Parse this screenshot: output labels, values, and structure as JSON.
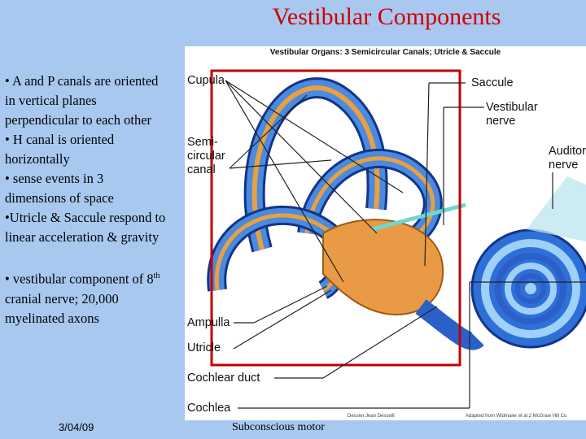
{
  "slide": {
    "title": "Vestibular Components",
    "date": "3/04/09",
    "footer": "Subconscious motor"
  },
  "bullets": [
    "• A and P canals are oriented in vertical planes perpendicular to each other",
    "• H canal is oriented horizontally",
    "• sense events in 3 dimensions of space",
    "•Utricle & Saccule respond to linear acceleration & gravity"
  ],
  "bullet2": {
    "pre": "• vestibular component of 8",
    "sup": "th",
    "post": " cranial nerve; 20,000 myelinated axons"
  },
  "figure": {
    "title": "Vestibular Organs: 3 Semicircular Canals; Utricle & Saccule",
    "labels": {
      "cupula": "Cupula",
      "semicircular": "Semi-\ncircular\ncanal",
      "saccule": "Saccule",
      "vestibular_nerve": "Vestibular\nnerve",
      "auditory_nerve": "Auditory\nnerve",
      "ampulla": "Ampulla",
      "utricle": "Utricle",
      "cochlear_duct": "Cochlear duct",
      "cochlea": "Cochlea"
    },
    "credit_left": "Dessen Jean Desselli",
    "credit_right": "Adapted from Widmaier et al 2 McGraw Hill Co"
  },
  "colors": {
    "background": "#a8c8f0",
    "title": "#d00000",
    "highlight_box": "#c00000"
  }
}
